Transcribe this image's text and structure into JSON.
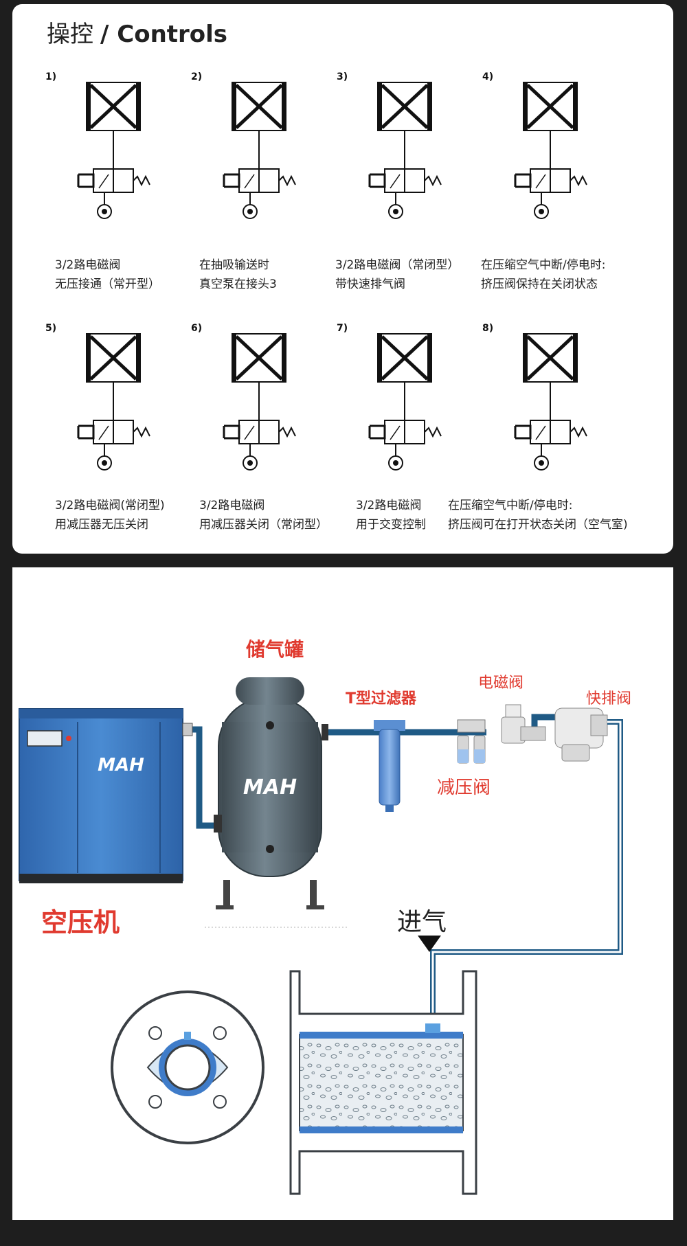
{
  "header": {
    "title_cn": "操控",
    "title_en": "/ Controls"
  },
  "schematics": [
    {
      "num": "1)",
      "line1": "3/2路电磁阀",
      "line2": "无压接通（常开型）"
    },
    {
      "num": "2)",
      "line1": "在抽吸输送时",
      "line2": "真空泵在接头3"
    },
    {
      "num": "3)",
      "line1": "3/2路电磁阀（常闭型）",
      "line2": "带快速排气阀"
    },
    {
      "num": "4)",
      "line1": "在压缩空气中断/停电时:",
      "line2": "挤压阀保持在关闭状态"
    },
    {
      "num": "5)",
      "line1": "3/2路电磁阀(常闭型)",
      "line2": "用减压器无压关闭"
    },
    {
      "num": "6)",
      "line1": "3/2路电磁阀",
      "line2": "用减压器关闭（常闭型）"
    },
    {
      "num": "7)",
      "line1": "3/2路电磁阀",
      "line2": "用于交变控制"
    },
    {
      "num": "8)",
      "line1": "在压缩空气中断/停电时:",
      "line2": "挤压阀可在打开状态关闭（空气室)"
    }
  ],
  "system": {
    "compressor_label": "空压机",
    "tank_label": "储气罐",
    "filter_label": "T型过滤器",
    "solenoid_label": "电磁阀",
    "quick_exhaust_label": "快排阀",
    "reducer_label": "减压阀",
    "inlet_label": "进气",
    "brand": "MAH"
  },
  "colors": {
    "pipe": "#1f5a85",
    "accent_red": "#e03a2f",
    "compressor_blue": "#3a78c2",
    "tank_gray": "#5f6f78"
  }
}
